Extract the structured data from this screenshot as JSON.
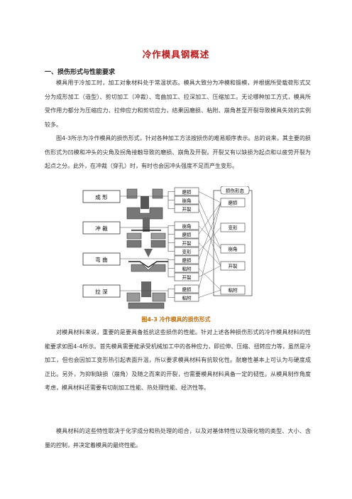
{
  "document": {
    "title": "冷作模具钢概述",
    "section_heading": "一、损伤形式与性能要求",
    "paragraphs": [
      "模具用于冷加工时，加工对象材料处于常温状态。模具大致分为冲模和锻模，并根据所受载荷形式又分为成形加工（造型）、剪切加工（冲裁）、弯曲加工、拉深加工、压缩加工。无论哪种加工方式，模具所受作用力都分为压缩应力、拉伸应力和剪切应力，结果因磨损、粘附、崩角甚至开裂导致模具失效的实例较多。",
      "图4-3所示为冷作模具的损伤形式，针对各种加工方法按损伤的难易顺序表示。总的说来，其主要的损伤形式为凹模和冲头的尖角及拐角接触导致的磨损、崩角及开裂。开裂又有以缺损为起点和以疲劳开裂为起点之分。此外，在冲裁（穿孔）时，有时也会因冲头强度不足而产生变形。",
      "对模具材料来说，重要的是要具备抵抗这些损伤的性能。针对上述各种损伤形式的冷作模具材料的性能要求如图4-4所示。首先模具需要能承受机械加工中的各种应力，即拉伸、压缩、扭转应力等，虽然是冷加工，但也会因加工变形热引起表面升温，所以要求模具材料有抗软化性。耐磨性基本上可认为与硬度成正比。另外，为抑制缺损（崩角）及随之而来的开裂，也需要模具材料具备一定的韧性。从模具制作角度考虑，模具材料还需要有切削加工性能、热处理性能、经济性等。",
      "模具材料的这些特性取决于化学成分和热处理的组合，以及对基体特性以及碳化物的类型、大小、含量的控制，并决定着模具的最终性能。"
    ]
  },
  "figure": {
    "caption": "图4-3 冷作模具的损伤形式",
    "legend_title": "损伤形态",
    "processes": [
      {
        "name": "成  形",
        "damages": [
          "磨损",
          "崩角",
          "开裂"
        ]
      },
      {
        "name": "冲  裁",
        "damages": [
          "崩角",
          "磨损",
          "开裂",
          "变形"
        ]
      },
      {
        "name": "弯  曲",
        "damages": [
          "磨损",
          "粘附",
          "开裂"
        ]
      },
      {
        "name": "拉  深",
        "damages": [
          "磨损",
          "粘附"
        ]
      }
    ],
    "damage_types": [
      "磨损",
      "变形",
      "崩角",
      "开裂",
      "粘附"
    ]
  }
}
